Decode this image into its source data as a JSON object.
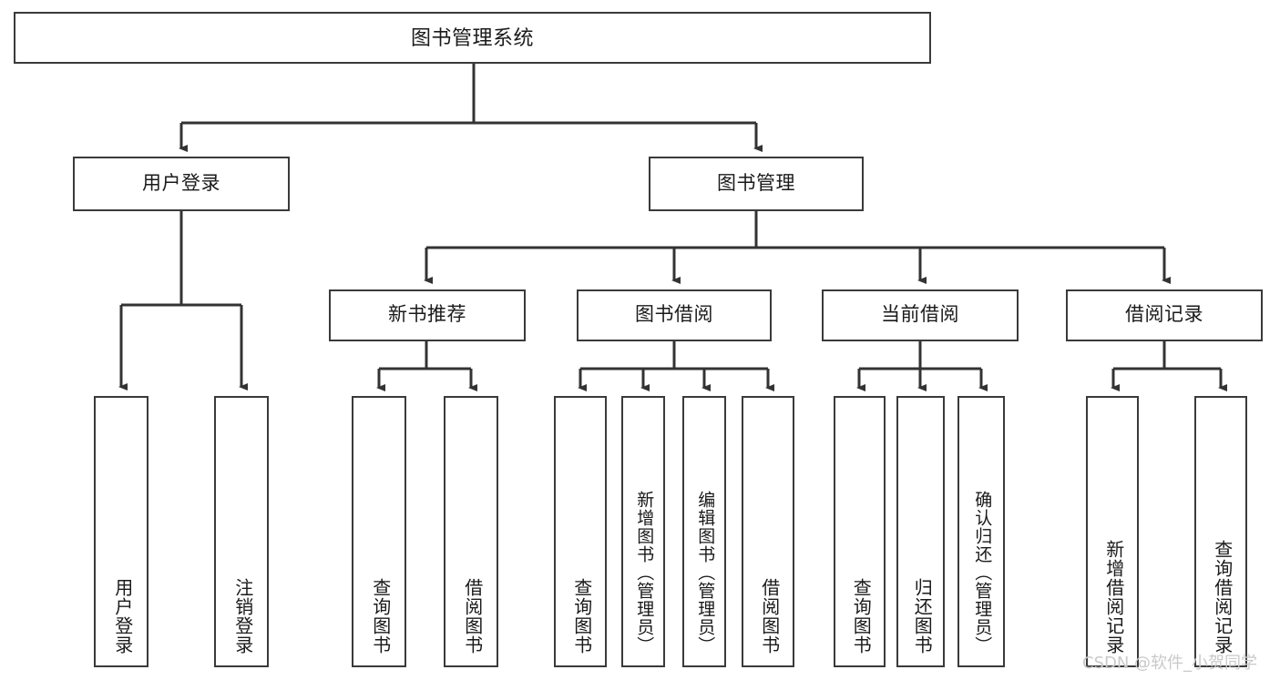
{
  "diagram": {
    "type": "tree",
    "title": "图书管理系统",
    "colors": {
      "box_border": "#3a3a3a",
      "box_fill": "#ffffff",
      "line": "#333333",
      "text": "#1a1a1a",
      "watermark": "#c9c9c9",
      "background": "#ffffff"
    },
    "root": {
      "label": "图书管理系统"
    },
    "level2": [
      {
        "label": "用户登录"
      },
      {
        "label": "图书管理"
      }
    ],
    "level3": [
      {
        "label": "新书推荐"
      },
      {
        "label": "图书借阅"
      },
      {
        "label": "当前借阅"
      },
      {
        "label": "借阅记录"
      }
    ],
    "leaves": {
      "user_login": [
        {
          "label": "用户登录"
        },
        {
          "label": "注销登录"
        }
      ],
      "new_book_rec": [
        {
          "label": "查询图书"
        },
        {
          "label": "借阅图书"
        }
      ],
      "book_borrow": [
        {
          "label": "查询图书"
        },
        {
          "label": "新增图书（管理员）"
        },
        {
          "label": "编辑图书（管理员）"
        },
        {
          "label": "借阅图书"
        }
      ],
      "current_borrow": [
        {
          "label": "查询图书"
        },
        {
          "label": "归还图书"
        },
        {
          "label": "确认归还（管理员）"
        }
      ],
      "borrow_record": [
        {
          "label": "新增借阅记录"
        },
        {
          "label": "查询借阅记录"
        }
      ]
    },
    "watermark": "CSDN @软件_小贺同学"
  }
}
